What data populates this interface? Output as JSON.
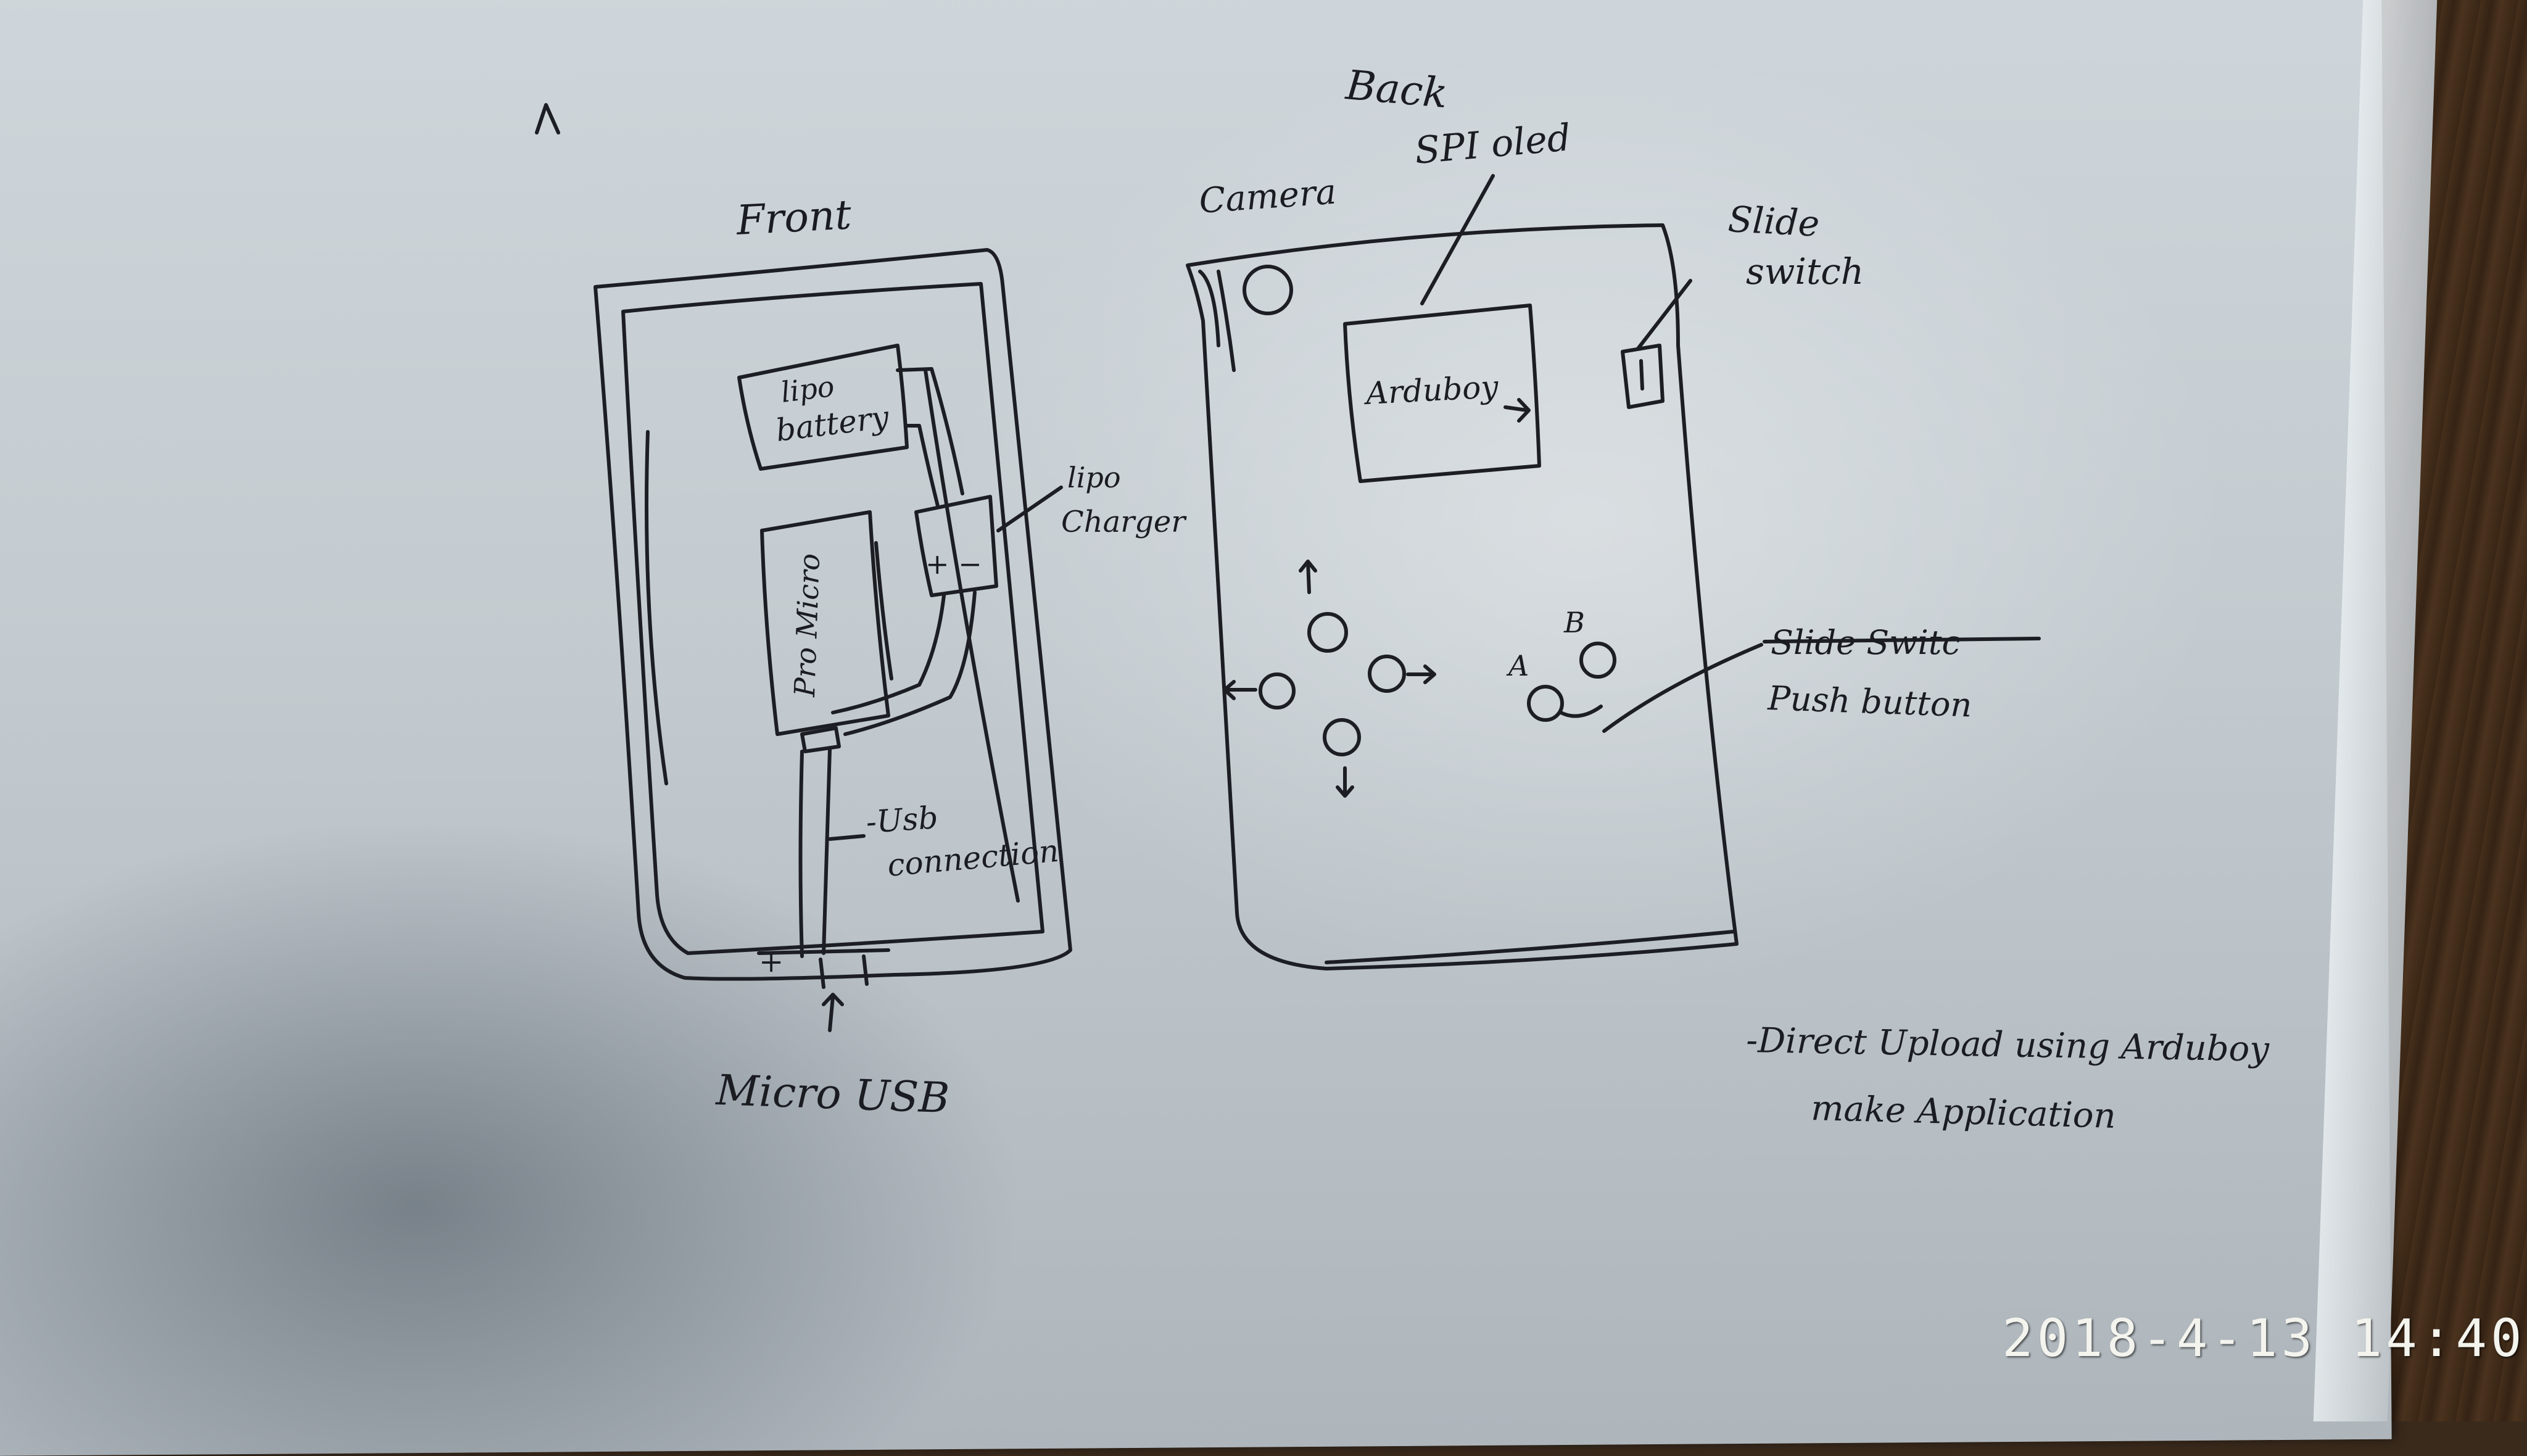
{
  "front": {
    "title": "Front",
    "lipo_battery_line1": "lipo",
    "lipo_battery_line2": "battery",
    "lipo_charger_line1": "lipo",
    "lipo_charger_line2": "Charger",
    "board_label": "Pro Micro",
    "usb_connection_line1": "-Usb",
    "usb_connection_line2": "connection",
    "micro_usb": "Micro USB"
  },
  "back": {
    "title": "Back",
    "spi_oled": "SPI oled",
    "camera": "Camera",
    "slide_switch_line1": "Slide",
    "slide_switch_line2": "switch",
    "screen_label": "Arduboy",
    "struck_text": "Slide Switc",
    "push_button": "Push button",
    "label_a": "A",
    "label_b": "B"
  },
  "notes": {
    "line1": "-Direct Upload using Arduboy",
    "line2": "make Application"
  },
  "timestamp": "2018-4-13 14:40"
}
